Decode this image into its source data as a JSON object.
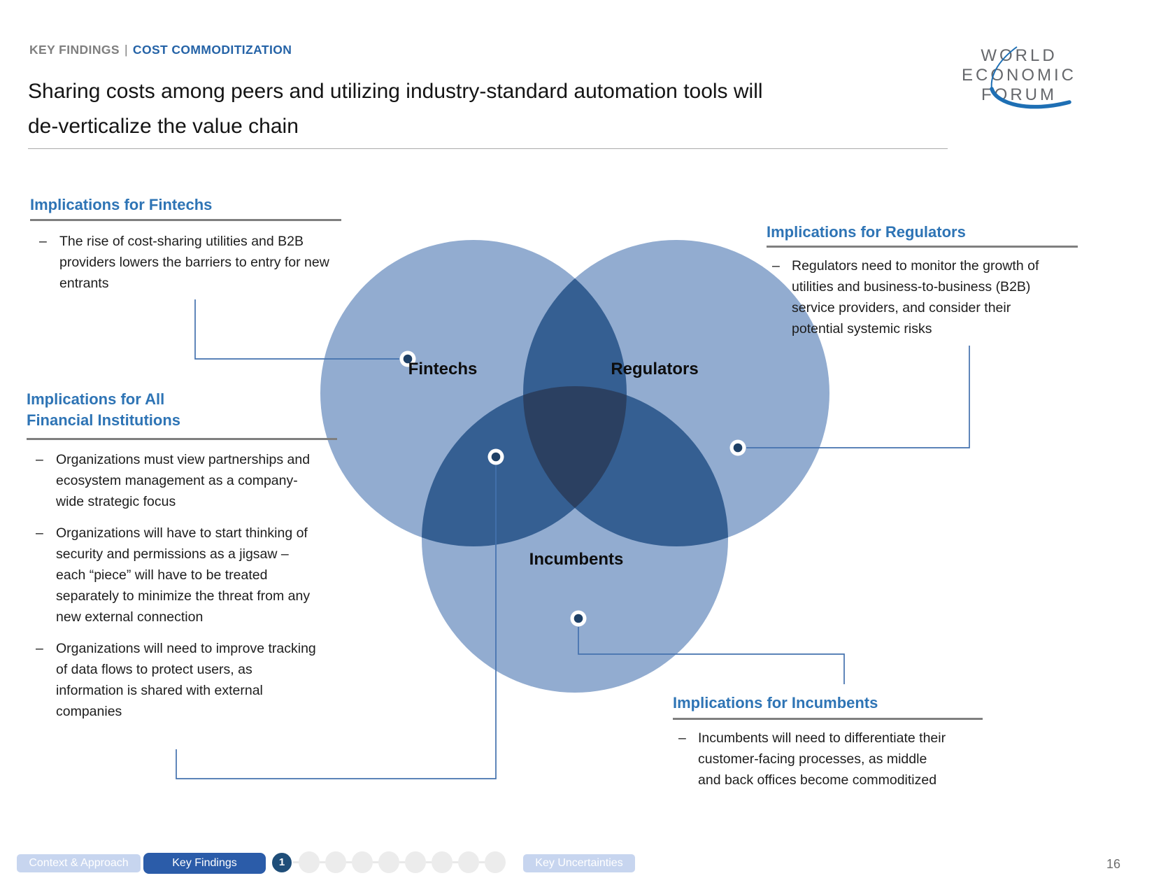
{
  "header": {
    "breadcrumb": {
      "section": "KEY FINDINGS",
      "separator": "|",
      "topic": "COST COMMODITIZATION"
    },
    "title_line1": "Sharing costs among peers and utilizing industry-standard automation tools will",
    "title_line2": "de-verticalize the value chain"
  },
  "logo": {
    "line1": "WORLD",
    "line2": "ECONOMIC",
    "line3": "FORUM"
  },
  "ui": {
    "bullet_marker": "–"
  },
  "sections": {
    "fintechs": {
      "heading": "Implications for Fintechs",
      "bullets": [
        "The rise of cost-sharing utilities and B2B providers lowers the barriers to entry for new entrants"
      ]
    },
    "all_financial_institutions": {
      "heading": "Implications for All Financial Institutions",
      "bullets": [
        "Organizations must view partnerships and ecosystem management as a company-wide strategic focus",
        "Organizations will have to start thinking of security and permissions as a jigsaw – each “piece” will have to be treated separately to minimize the threat from any new external connection",
        "Organizations will need to improve tracking of data flows to protect users, as information is shared with external companies"
      ]
    },
    "regulators": {
      "heading": "Implications for Regulators",
      "bullets": [
        "Regulators need to monitor the growth of utilities and business-to-business (B2B) service providers, and consider their potential systemic risks"
      ]
    },
    "incumbents": {
      "heading": "Implications for Incumbents",
      "bullets": [
        "Incumbents will need to differentiate their customer-facing processes, as middle and back offices become commoditized"
      ]
    }
  },
  "venn": {
    "labels": {
      "fintechs": "Fintechs",
      "regulators": "Regulators",
      "incumbents": "Incumbents"
    },
    "colors": {
      "circle": "#92ACD0",
      "overlap2": "#355F92",
      "overlap3": "#2B4061",
      "marker": "#1E4066",
      "connector": "#4472AE"
    }
  },
  "footer": {
    "nav_context": "Context & Approach",
    "nav_key_findings": "Key Findings",
    "active_step": "1",
    "nav_key_uncertainties": "Key Uncertainties",
    "page_number": "16"
  }
}
